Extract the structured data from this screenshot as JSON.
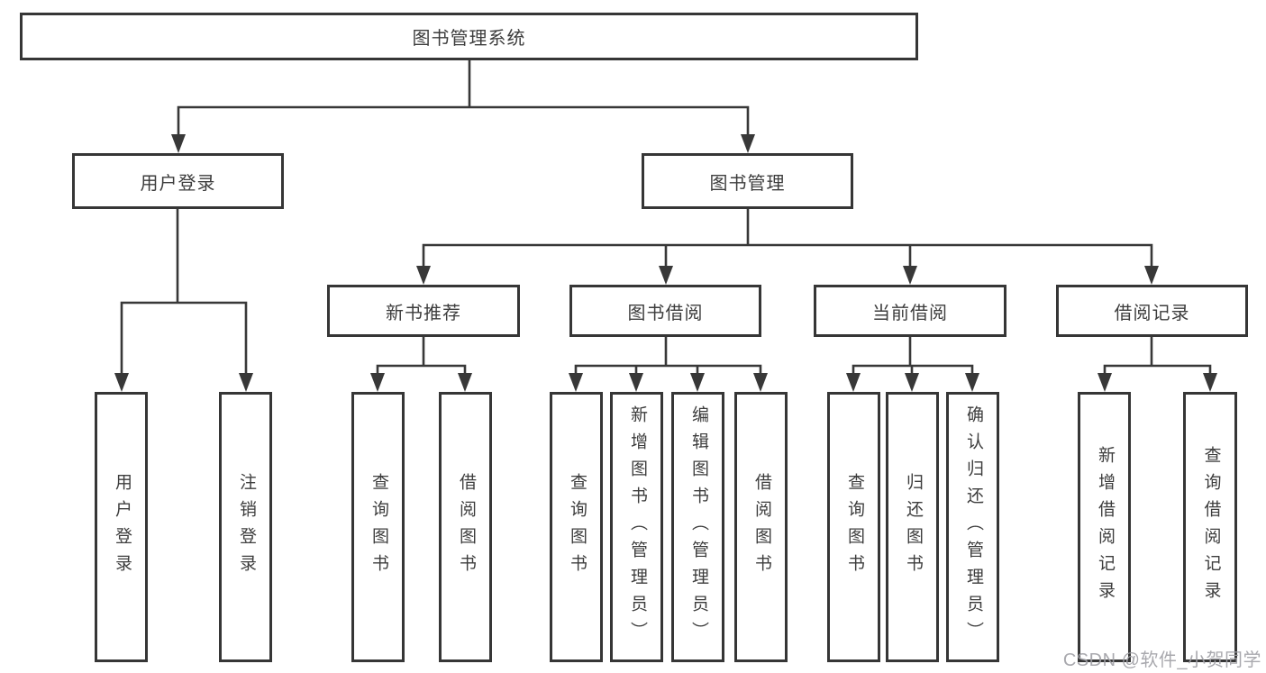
{
  "tree": {
    "root": "图书管理系统",
    "branches": [
      {
        "label": "用户登录",
        "children": [
          "用户登录",
          "注销登录"
        ]
      },
      {
        "label": "图书管理",
        "groups": [
          {
            "label": "新书推荐",
            "children": [
              "查询图书",
              "借阅图书"
            ]
          },
          {
            "label": "图书借阅",
            "children": [
              "查询图书",
              "新增图书（管理员）",
              "编辑图书（管理员）",
              "借阅图书"
            ]
          },
          {
            "label": "当前借阅",
            "children": [
              "查询图书",
              "归还图书",
              "确认归还（管理员）"
            ]
          },
          {
            "label": "借阅记录",
            "children": [
              "新增借阅记录",
              "查询借阅记录"
            ]
          }
        ]
      }
    ]
  },
  "watermark": "CSDN @软件_小贺同学",
  "colors": {
    "ink": "#363636",
    "text": "#3d3d3d",
    "watermark": "#a0a0a5"
  }
}
